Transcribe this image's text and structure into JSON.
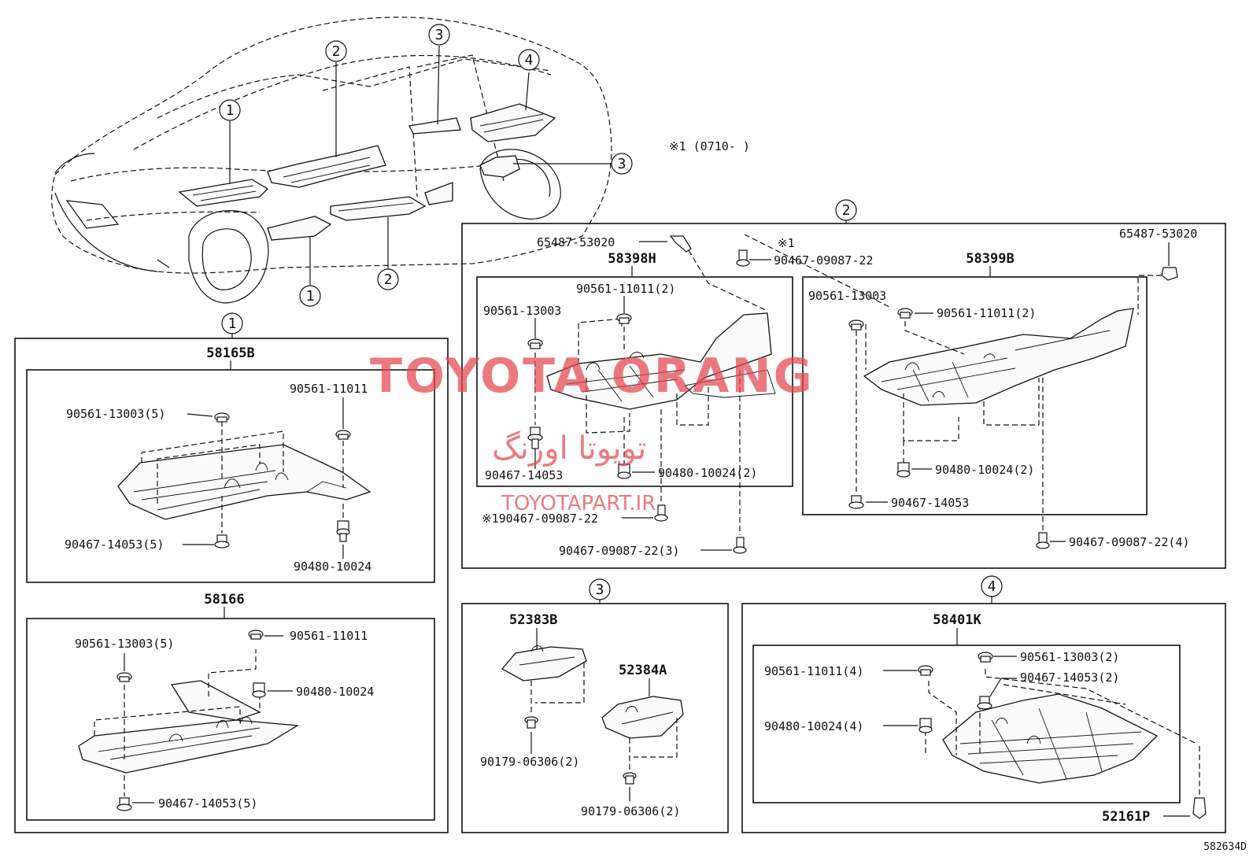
{
  "watermark": {
    "main": "TOYOTA ORANG",
    "persian": "تویوتا اورنگ",
    "site": "TOYOTAPART.IR",
    "color": "#e3474f"
  },
  "figure_code": "582634D",
  "note": "※1 (0710-     )",
  "note_mark": "※1",
  "overview_callouts": [
    "1",
    "2",
    "3",
    "4",
    "3",
    "2",
    "1"
  ],
  "sections": {
    "s1": {
      "marker": "1",
      "assy_a": {
        "header": "58165B",
        "labels": [
          "90561-13003(5)",
          "90561-11011",
          "90467-14053(5)",
          "90480-10024"
        ]
      },
      "assy_b": {
        "header": "58166",
        "labels": [
          "90561-13003(5)",
          "90561-11011",
          "90480-10024",
          "90467-14053(5)"
        ]
      }
    },
    "s2": {
      "marker": "2",
      "left_top_label": "65487-53020",
      "mid_top_label": "90467-09087-22",
      "right_top_label": "65487-53020",
      "assy_a": {
        "header": "58398H",
        "labels": [
          "90561-11011(2)",
          "90561-13003",
          "90467-14053",
          "90480-10024(2)"
        ]
      },
      "assy_b": {
        "header": "58399B",
        "labels": [
          "90561-13003",
          "90561-11011(2)",
          "90480-10024(2)",
          "90467-14053"
        ]
      },
      "outer_labels": [
        "90467-09087-22",
        "90467-09087-22(3)",
        "90467-09087-22(4)"
      ]
    },
    "s3": {
      "marker": "3",
      "headers": [
        "52383B",
        "52384A"
      ],
      "labels": [
        "90179-06306(2)",
        "90179-06306(2)"
      ]
    },
    "s4": {
      "marker": "4",
      "header": "58401K",
      "labels": [
        "90561-13003(2)",
        "90561-11011(4)",
        "90467-14053(2)",
        "90480-10024(4)"
      ],
      "outer_label": "52161P"
    }
  }
}
